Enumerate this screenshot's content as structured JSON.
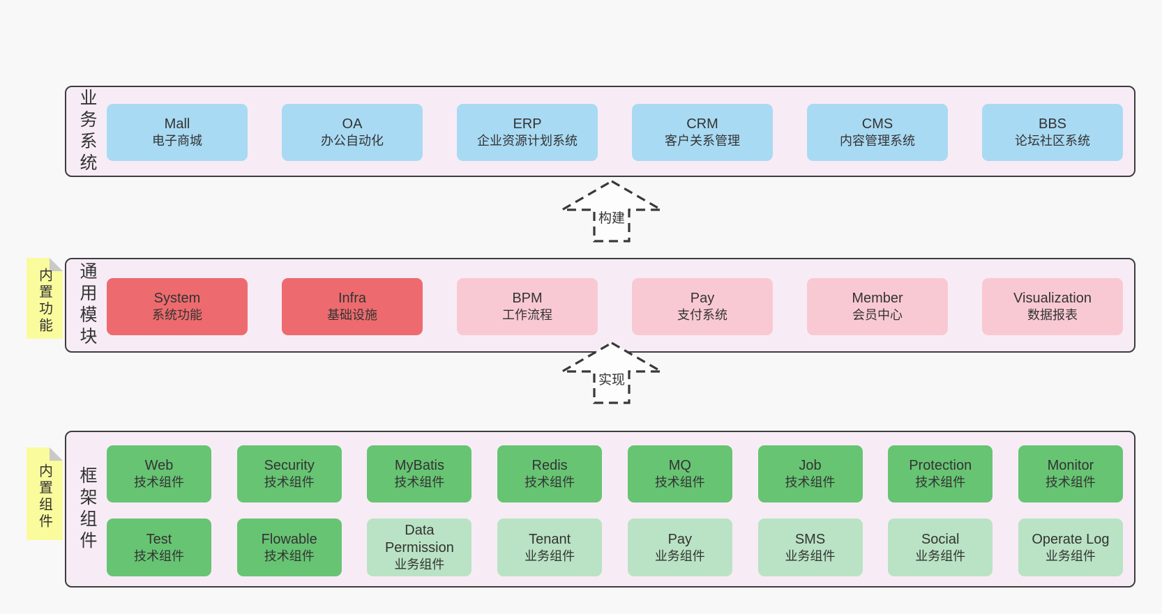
{
  "palette": {
    "blue": "#a9daf3",
    "red": "#ed6b6e",
    "pink": "#f9c9d3",
    "green": "#67c473",
    "green-light": "#b9e3c4",
    "bar-bg": "#f7ecf5",
    "sticky-yellow": "#fafb9d",
    "border": "#3d3d3d",
    "page-bg": "#f8f8f8"
  },
  "arrows": [
    {
      "label": "构建"
    },
    {
      "label": "实现"
    }
  ],
  "stickies": [
    {
      "label": "内置功能"
    },
    {
      "label": "内置组件"
    }
  ],
  "sections": [
    {
      "label": "业务系统",
      "rows": [
        [
          {
            "title": "Mall",
            "subtitle": "电子商城",
            "variant": "blue"
          },
          {
            "title": "OA",
            "subtitle": "办公自动化",
            "variant": "blue"
          },
          {
            "title": "ERP",
            "subtitle": "企业资源计划系统",
            "variant": "blue"
          },
          {
            "title": "CRM",
            "subtitle": "客户关系管理",
            "variant": "blue"
          },
          {
            "title": "CMS",
            "subtitle": "内容管理系统",
            "variant": "blue"
          },
          {
            "title": "BBS",
            "subtitle": "论坛社区系统",
            "variant": "blue"
          }
        ]
      ]
    },
    {
      "label": "通用模块",
      "rows": [
        [
          {
            "title": "System",
            "subtitle": "系统功能",
            "variant": "red"
          },
          {
            "title": "Infra",
            "subtitle": "基础设施",
            "variant": "red"
          },
          {
            "title": "BPM",
            "subtitle": "工作流程",
            "variant": "pink"
          },
          {
            "title": "Pay",
            "subtitle": "支付系统",
            "variant": "pink"
          },
          {
            "title": "Member",
            "subtitle": "会员中心",
            "variant": "pink"
          },
          {
            "title": "Visualization",
            "subtitle": "数据报表",
            "variant": "pink"
          }
        ]
      ]
    },
    {
      "label": "框架组件",
      "rows": [
        [
          {
            "title": "Web",
            "subtitle": "技术组件",
            "variant": "green"
          },
          {
            "title": "Security",
            "subtitle": "技术组件",
            "variant": "green"
          },
          {
            "title": "MyBatis",
            "subtitle": "技术组件",
            "variant": "green"
          },
          {
            "title": "Redis",
            "subtitle": "技术组件",
            "variant": "green"
          },
          {
            "title": "MQ",
            "subtitle": "技术组件",
            "variant": "green"
          },
          {
            "title": "Job",
            "subtitle": "技术组件",
            "variant": "green"
          },
          {
            "title": "Protection",
            "subtitle": "技术组件",
            "variant": "green"
          },
          {
            "title": "Monitor",
            "subtitle": "技术组件",
            "variant": "green"
          }
        ],
        [
          {
            "title": "Test",
            "subtitle": "技术组件",
            "variant": "green"
          },
          {
            "title": "Flowable",
            "subtitle": "技术组件",
            "variant": "green"
          },
          {
            "title": "Data Permission",
            "subtitle": "业务组件",
            "variant": "green-light"
          },
          {
            "title": "Tenant",
            "subtitle": "业务组件",
            "variant": "green-light"
          },
          {
            "title": "Pay",
            "subtitle": "业务组件",
            "variant": "green-light"
          },
          {
            "title": "SMS",
            "subtitle": "业务组件",
            "variant": "green-light"
          },
          {
            "title": "Social",
            "subtitle": "业务组件",
            "variant": "green-light"
          },
          {
            "title": "Operate Log",
            "subtitle": "业务组件",
            "variant": "green-light"
          }
        ]
      ]
    }
  ]
}
